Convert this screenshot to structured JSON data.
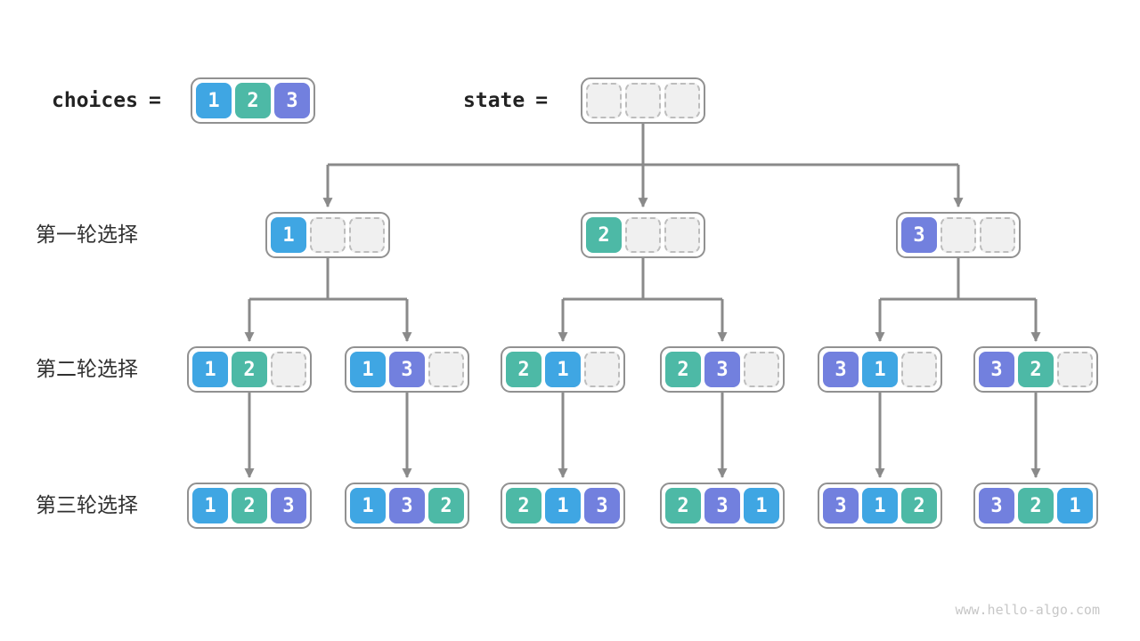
{
  "page": {
    "background": "#FFFFFF",
    "footer": "www.hello-algo.com"
  },
  "palette": {
    "1": "#3FA6E3",
    "2": "#4DB9A6",
    "3": "#7280DE",
    "empty_fill": "#F0F0F0",
    "empty_border": "#BDBDBD",
    "node_border": "#919191",
    "arrow": "#8A8A8A",
    "header_text": "#222222",
    "label_text": "#303030",
    "footer_text": "#C7C7C7"
  },
  "header": {
    "choices_label": "choices",
    "equals": "=",
    "choices_values": [
      1,
      2,
      3
    ],
    "state_label": "state",
    "state_values": [
      null,
      null,
      null
    ]
  },
  "rows": [
    {
      "label": "第一轮选择",
      "nodes": [
        [
          1,
          null,
          null
        ],
        [
          2,
          null,
          null
        ],
        [
          3,
          null,
          null
        ]
      ]
    },
    {
      "label": "第二轮选择",
      "nodes": [
        [
          1,
          2,
          null
        ],
        [
          1,
          3,
          null
        ],
        [
          2,
          1,
          null
        ],
        [
          2,
          3,
          null
        ],
        [
          3,
          1,
          null
        ],
        [
          3,
          2,
          null
        ]
      ]
    },
    {
      "label": "第三轮选择",
      "nodes": [
        [
          1,
          2,
          3
        ],
        [
          1,
          3,
          2
        ],
        [
          2,
          1,
          3
        ],
        [
          2,
          3,
          1
        ],
        [
          3,
          1,
          2
        ],
        [
          3,
          2,
          1
        ]
      ]
    }
  ],
  "tree": {
    "root": "state",
    "children_per_level1_node": 2,
    "children_per_level2_node": 1
  }
}
